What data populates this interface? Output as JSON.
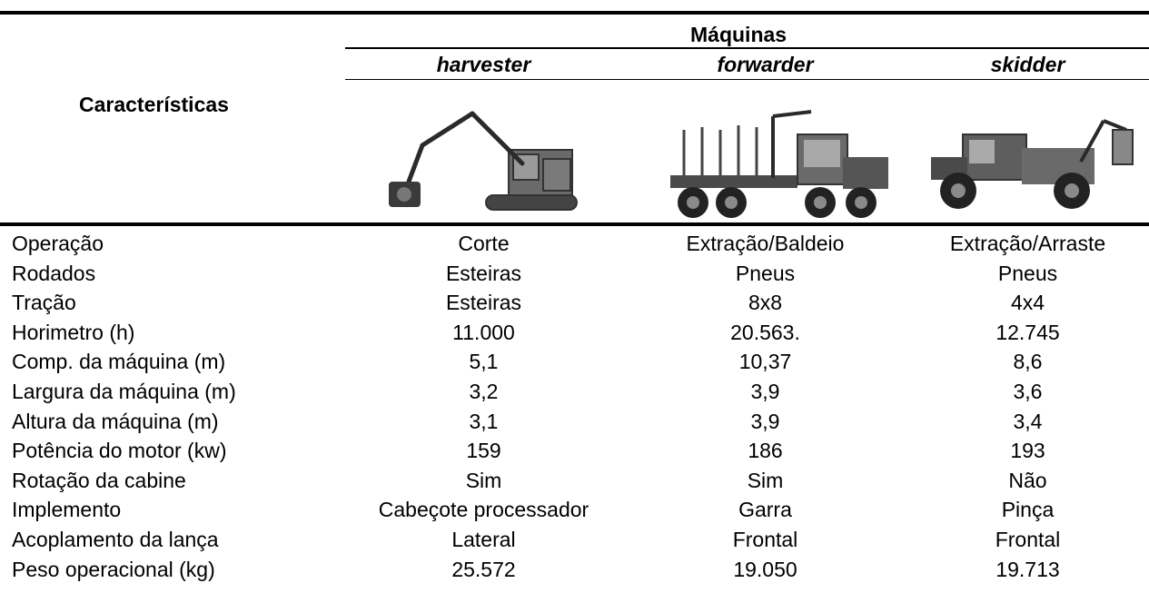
{
  "header": {
    "group_label": "Máquinas",
    "characteristics_label": "Características",
    "machines": [
      "harvester",
      "forwarder",
      "skidder"
    ]
  },
  "images": {
    "harvester": "harvester-machine-photo",
    "forwarder": "forwarder-machine-photo",
    "skidder": "skidder-machine-photo"
  },
  "rows": [
    {
      "label": "Operação",
      "values": [
        "Corte",
        "Extração/Baldeio",
        "Extração/Arraste"
      ]
    },
    {
      "label": "Rodados",
      "values": [
        "Esteiras",
        "Pneus",
        "Pneus"
      ]
    },
    {
      "label": "Tração",
      "values": [
        "Esteiras",
        "8x8",
        "4x4"
      ]
    },
    {
      "label": "Horimetro (h)",
      "values": [
        "11.000",
        "20.563.",
        "12.745"
      ]
    },
    {
      "label": "Comp. da máquina (m)",
      "values": [
        "5,1",
        "10,37",
        "8,6"
      ]
    },
    {
      "label": "Largura da máquina (m)",
      "values": [
        "3,2",
        "3,9",
        "3,6"
      ]
    },
    {
      "label": "Altura da máquina (m)",
      "values": [
        "3,1",
        "3,9",
        "3,4"
      ]
    },
    {
      "label": "Potência do motor (kw)",
      "values": [
        "159",
        "186",
        "193"
      ]
    },
    {
      "label": "Rotação da cabine",
      "values": [
        "Sim",
        "Sim",
        "Não"
      ]
    },
    {
      "label": "Implemento",
      "values": [
        "Cabeçote processador",
        "Garra",
        "Pinça"
      ]
    },
    {
      "label": "Acoplamento da lança",
      "values": [
        "Lateral",
        "Frontal",
        "Frontal"
      ]
    },
    {
      "label": "Peso operacional (kg)",
      "values": [
        "25.572",
        "19.050",
        "19.713"
      ]
    }
  ]
}
